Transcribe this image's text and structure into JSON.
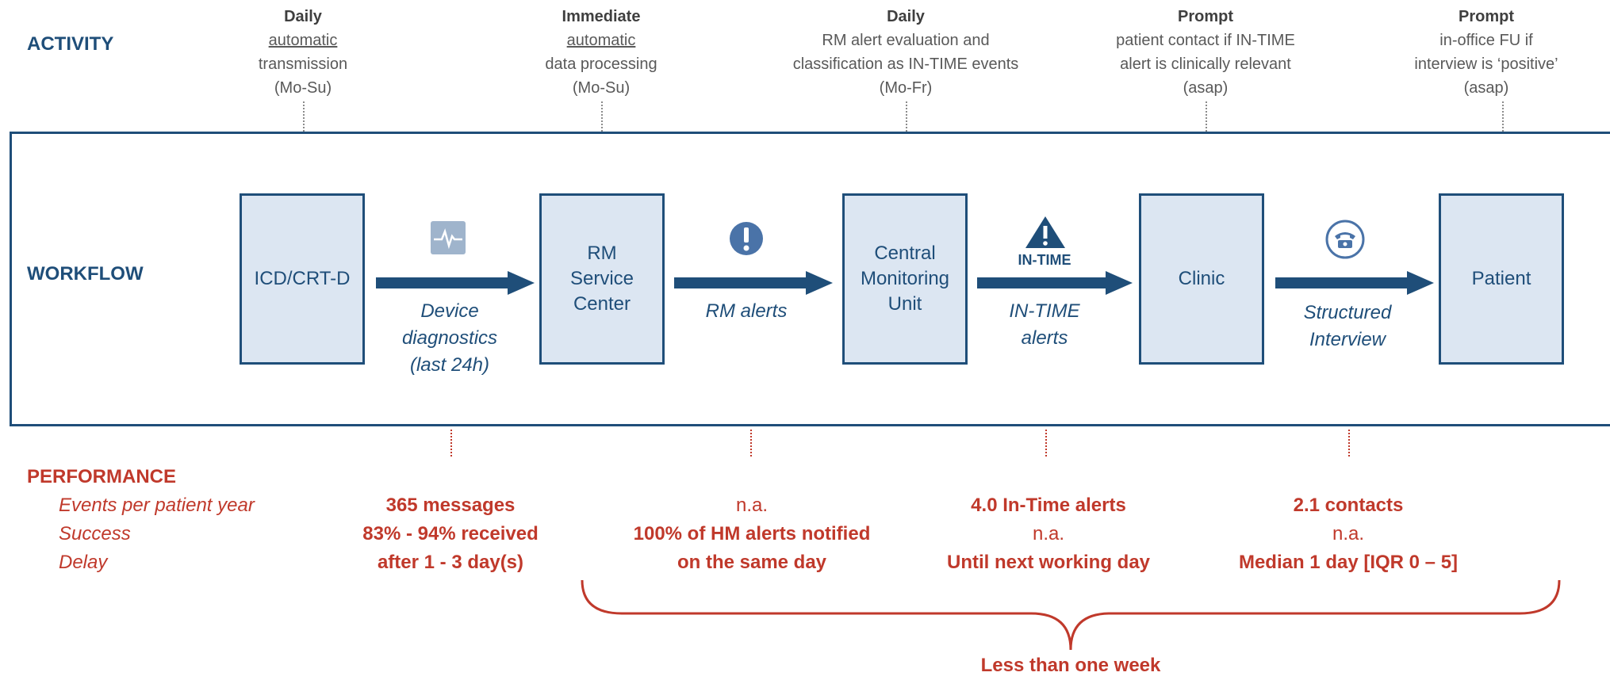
{
  "activity": {
    "label": "ACTIVITY",
    "columns": [
      {
        "title": "Daily",
        "lines": [
          "automatic",
          "transmission",
          "(Mo-Su)"
        ],
        "underline": [
          true,
          false,
          false
        ]
      },
      {
        "title": "Immediate",
        "lines": [
          "automatic",
          "data processing",
          "(Mo-Su)"
        ],
        "underline": [
          true,
          false,
          false
        ]
      },
      {
        "title": "Daily",
        "lines": [
          "RM alert evaluation and",
          "classification as IN-TIME events",
          "(Mo-Fr)"
        ],
        "underline": [
          false,
          false,
          false
        ]
      },
      {
        "title": "Prompt",
        "lines": [
          "patient contact if IN-TIME",
          "alert is clinically relevant",
          "(asap)"
        ],
        "underline": [
          false,
          false,
          false
        ]
      },
      {
        "title": "Prompt",
        "lines": [
          "in-office FU if",
          "interview is ‘positive’",
          "(asap)"
        ],
        "underline": [
          false,
          false,
          false
        ]
      }
    ]
  },
  "workflow": {
    "label": "WORKFLOW",
    "boxes": [
      {
        "lines": [
          "ICD/CRT-D"
        ]
      },
      {
        "lines": [
          "RM",
          "Service",
          "Center"
        ]
      },
      {
        "lines": [
          "Central",
          "Monitoring",
          "Unit"
        ]
      },
      {
        "lines": [
          "Clinic"
        ]
      },
      {
        "lines": [
          "Patient"
        ]
      }
    ],
    "arrows": [
      {
        "label_lines": [
          "Device",
          "diagnostics",
          "(last 24h)"
        ],
        "icon": "ecg-monitor-icon"
      },
      {
        "label_lines": [
          "RM alerts"
        ],
        "icon": "exclamation-icon"
      },
      {
        "label_lines": [
          "IN-TIME",
          "alerts"
        ],
        "icon": "warning-triangle-icon",
        "icon_text": "IN-TIME"
      },
      {
        "label_lines": [
          "Structured",
          "Interview"
        ],
        "icon": "telephone-icon"
      }
    ]
  },
  "performance": {
    "label": "PERFORMANCE",
    "rows": [
      "Events per patient year",
      "Success",
      "Delay"
    ],
    "columns": [
      {
        "lines": [
          "365 messages",
          "83% - 94%  received",
          "after 1 - 3 day(s)"
        ],
        "bold": [
          true,
          true,
          true
        ]
      },
      {
        "lines": [
          "n.a.",
          "100% of HM alerts notified",
          "on the same day"
        ],
        "bold": [
          false,
          true,
          true
        ]
      },
      {
        "lines": [
          "4.0 In-Time alerts",
          "n.a.",
          "Until next working day"
        ],
        "bold": [
          true,
          false,
          true
        ]
      },
      {
        "lines": [
          "2.1 contacts",
          "n.a.",
          "Median 1 day [IQR 0 – 5]"
        ],
        "bold": [
          true,
          false,
          true
        ]
      }
    ],
    "summary": "Less than one week"
  },
  "colors": {
    "navy": "#1f4e79",
    "box_fill": "#dce6f2",
    "red": "#c0392b",
    "gray_text": "#595959"
  }
}
